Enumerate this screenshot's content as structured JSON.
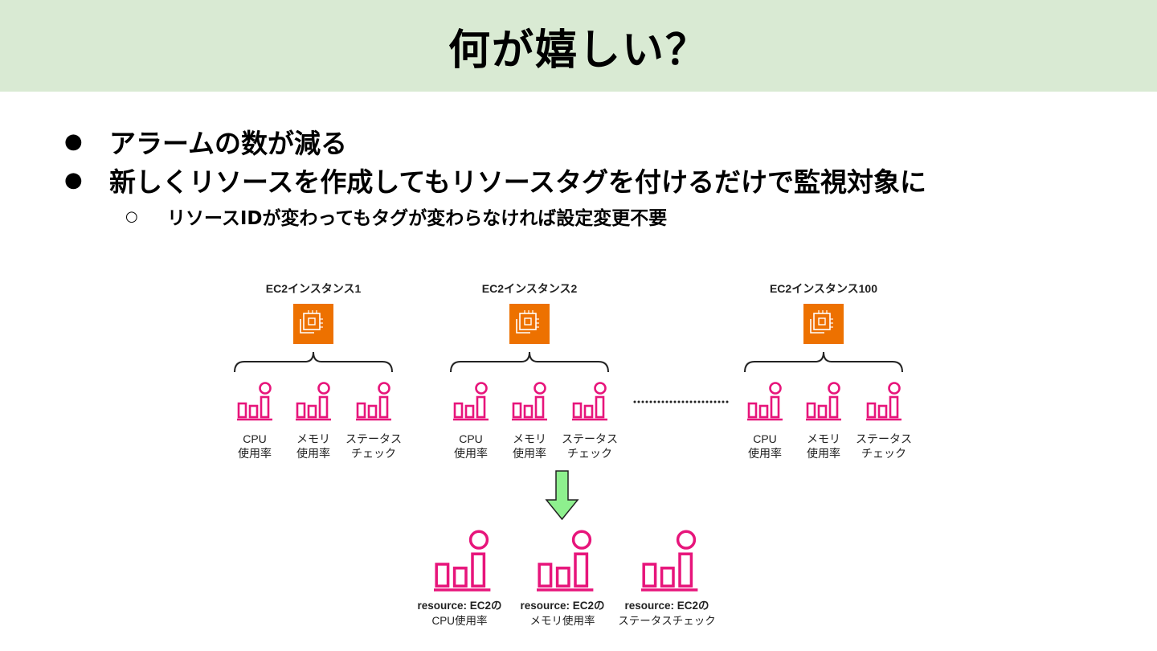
{
  "header": {
    "title": "何が嬉しい？"
  },
  "bullets": [
    {
      "marker": "●",
      "text": "アラームの数が減る"
    },
    {
      "marker": "●",
      "text": "新しくリソースを作成してもリソースタグを付けるだけで監視対象に"
    },
    {
      "marker": "○",
      "text": "リソースIDが変わってもタグが変わらなければ設定変更不要"
    }
  ],
  "diagram": {
    "instances": [
      {
        "label": "EC2インスタンス1",
        "metrics": [
          {
            "line1": "CPU",
            "line2": "使用率"
          },
          {
            "line1": "メモリ",
            "line2": "使用率"
          },
          {
            "line1": "ステータス",
            "line2": "チェック"
          }
        ]
      },
      {
        "label": "EC2インスタンス2",
        "metrics": [
          {
            "line1": "CPU",
            "line2": "使用率"
          },
          {
            "line1": "メモリ",
            "line2": "使用率"
          },
          {
            "line1": "ステータス",
            "line2": "チェック"
          }
        ]
      },
      {
        "label": "EC2インスタンス100",
        "metrics": [
          {
            "line1": "CPU",
            "line2": "使用率"
          },
          {
            "line1": "メモリ",
            "line2": "使用率"
          },
          {
            "line1": "ステータス",
            "line2": "チェック"
          }
        ]
      }
    ],
    "ellipsis": "……………",
    "aggregated": [
      {
        "line1": "resource: EC2の",
        "line2": "CPU使用率"
      },
      {
        "line1": "resource: EC2の",
        "line2": "メモリ使用率"
      },
      {
        "line1": "resource: EC2の",
        "line2": "ステータスチェック"
      }
    ],
    "colors": {
      "ec2_orange": "#ed7100",
      "alarm_pink": "#e7157b",
      "arrow_fill": "#8ef08e",
      "header_bg": "#d9ead3"
    },
    "icons": {
      "instance": "ec2-chip-icon",
      "alarm": "cloudwatch-alarm-icon",
      "arrow": "down-arrow-icon"
    }
  }
}
